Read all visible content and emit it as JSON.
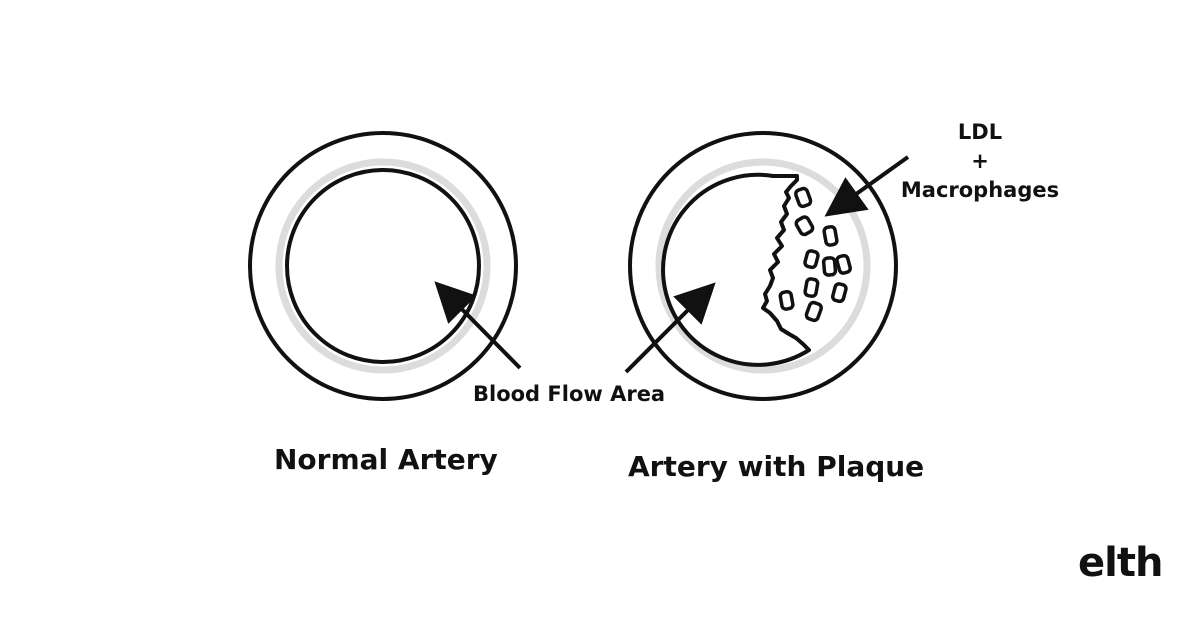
{
  "labels": {
    "blood_flow": "Blood Flow Area",
    "ldl": "LDL",
    "plus": "+",
    "macrophages": "Macrophages",
    "normal_title": "Normal Artery",
    "plaque_title": "Artery with Plaque"
  },
  "brand": "elth",
  "colors": {
    "stroke": "#111111",
    "wall_shade": "#dcdcdc",
    "background": "#ffffff"
  }
}
